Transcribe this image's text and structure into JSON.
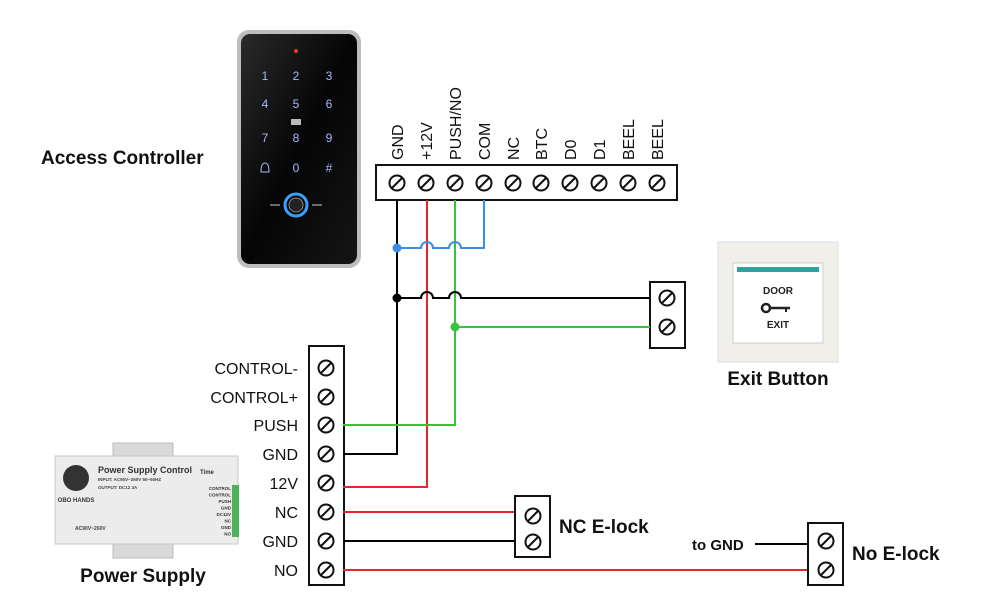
{
  "access_controller": {
    "label": "Access Controller",
    "keypad_keys": [
      "1",
      "2",
      "3",
      "4",
      "5",
      "6",
      "7",
      "8",
      "9",
      "bell",
      "0",
      "#"
    ],
    "terminals": [
      "GND",
      "+12V",
      "PUSH/NO",
      "COM",
      "NC",
      "BTC",
      "D0",
      "D1",
      "BEEL",
      "BEEL"
    ]
  },
  "exit_button": {
    "label": "Exit Button",
    "face_top": "DOOR",
    "face_bottom": "EXIT"
  },
  "power_supply": {
    "label": "Power Supply",
    "device_title": "Power Supply Control",
    "device_brand": "OBO HANDS",
    "device_input": "INPUT: AC90V~260V 50~60HZ",
    "device_output": "OUTPUT: DC12 3A",
    "device_time": "Time",
    "device_ac": "AC90V~260V",
    "device_terminals": [
      "CONTROL",
      "CONTROL",
      "PUSH",
      "GND",
      "DC12V",
      "NC",
      "GND",
      "NO"
    ],
    "terminals": [
      "CONTROL-",
      "CONTROL+",
      "PUSH",
      "GND",
      "12V",
      "NC",
      "GND",
      "NO"
    ]
  },
  "nc_lock": {
    "label": "NC E-lock"
  },
  "no_lock": {
    "label": "No E-lock",
    "gnd_note": "to GND"
  },
  "colors": {
    "gnd": "#000000",
    "power": "#e8262a",
    "push": "#3cc13c",
    "com": "#3a8ee6"
  }
}
